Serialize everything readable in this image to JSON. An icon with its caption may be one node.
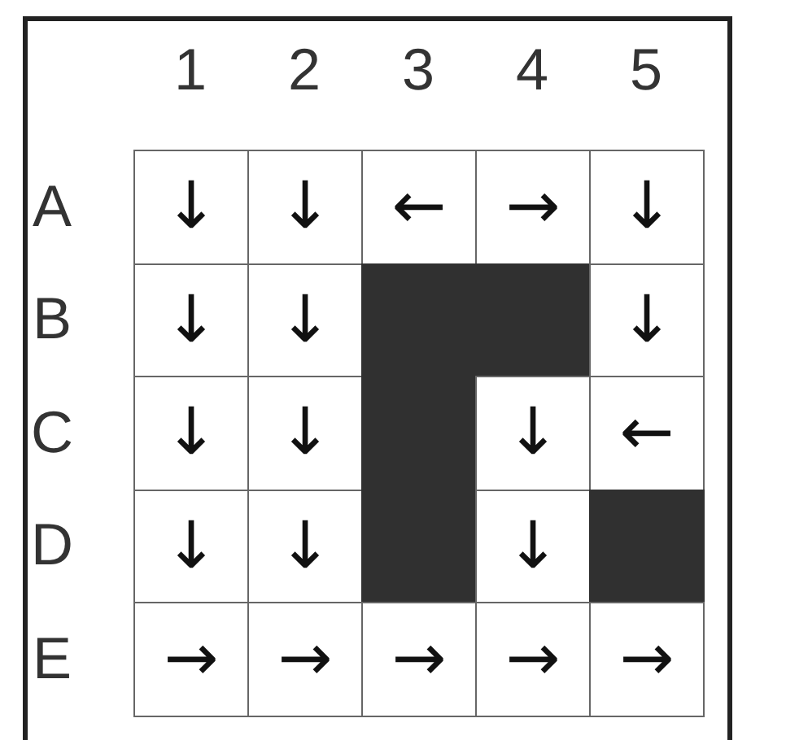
{
  "diagram": {
    "nodes": [
      {
        "text": [
          "↓"
        ]
      },
      {
        "text": [
          "↓"
        ]
      },
      {
        "text": [
          "←"
        ]
      },
      {
        "text": [
          "→"
        ]
      },
      {
        "text": [
          "↓"
        ]
      },
      {
        "text": [
          "↓"
        ]
      },
      {
        "text": [
          "↓"
        ]
      },
      {
        "text": [],
        "shape": "box"
      },
      {
        "text": [],
        "shape": "box"
      },
      {
        "text": [
          "↓"
        ]
      },
      {
        "text": [
          "↓"
        ]
      },
      {
        "text": [
          "↓"
        ]
      },
      {
        "text": [],
        "shape": "box"
      },
      {
        "text": [
          "↓"
        ]
      },
      {
        "text": [
          "←"
        ]
      },
      {
        "text": [
          "↓"
        ]
      },
      {
        "text": [
          "↓"
        ]
      },
      {
        "text": [],
        "shape": "box"
      },
      {
        "text": [
          "↓"
        ]
      },
      {
        "text": [],
        "shape": "box"
      },
      {
        "text": [
          "→"
        ]
      },
      {
        "text": [
          "→"
        ]
      },
      {
        "text": [
          "→"
        ]
      },
      {
        "text": [
          "→"
        ]
      },
      {
        "text": [
          "→"
        ]
      }
    ],
    "labels": [
      "1",
      "2",
      "3",
      "4",
      "5",
      "A",
      "B",
      "C",
      "D",
      "E"
    ]
  }
}
